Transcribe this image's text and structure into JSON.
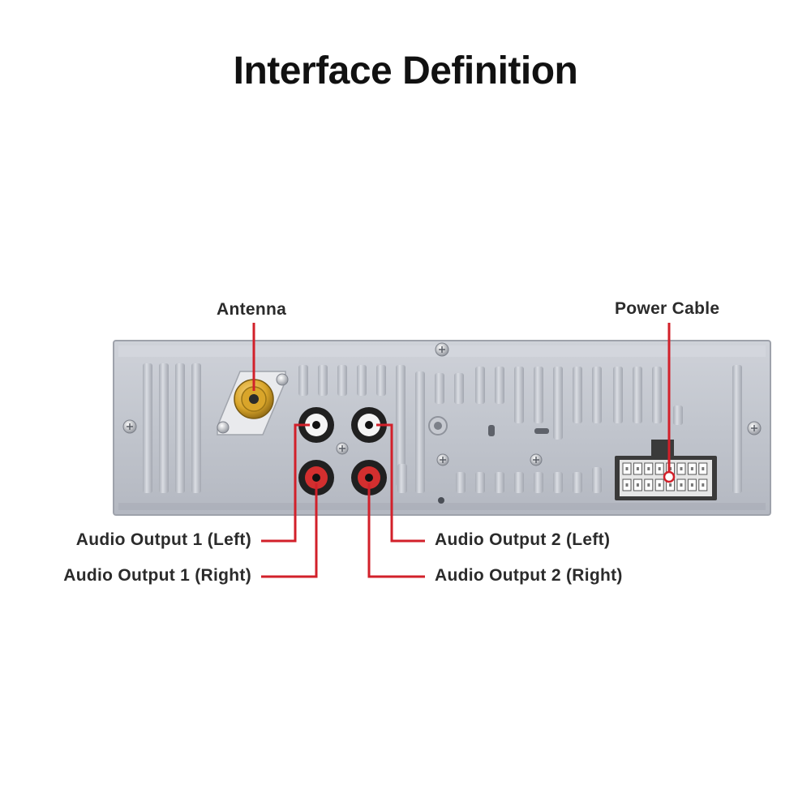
{
  "title": "Interface Definition",
  "callouts": {
    "antenna": "Antenna",
    "power_cable": "Power Cable",
    "audio_output_1_left": "Audio Output 1 (Left)",
    "audio_output_1_right": "Audio Output 1 (Right)",
    "audio_output_2_left": "Audio Output 2 (Left)",
    "audio_output_2_right": "Audio Output 2 (Right)"
  },
  "colors": {
    "leader_line": "#d2202a",
    "panel": "#c3c7cf",
    "panel_edge": "#9ea2ab",
    "antenna_jack": "#d9a52a",
    "rca_white": "#f2f2f2",
    "rca_red": "#d32f2f"
  },
  "connector_pins": 16
}
